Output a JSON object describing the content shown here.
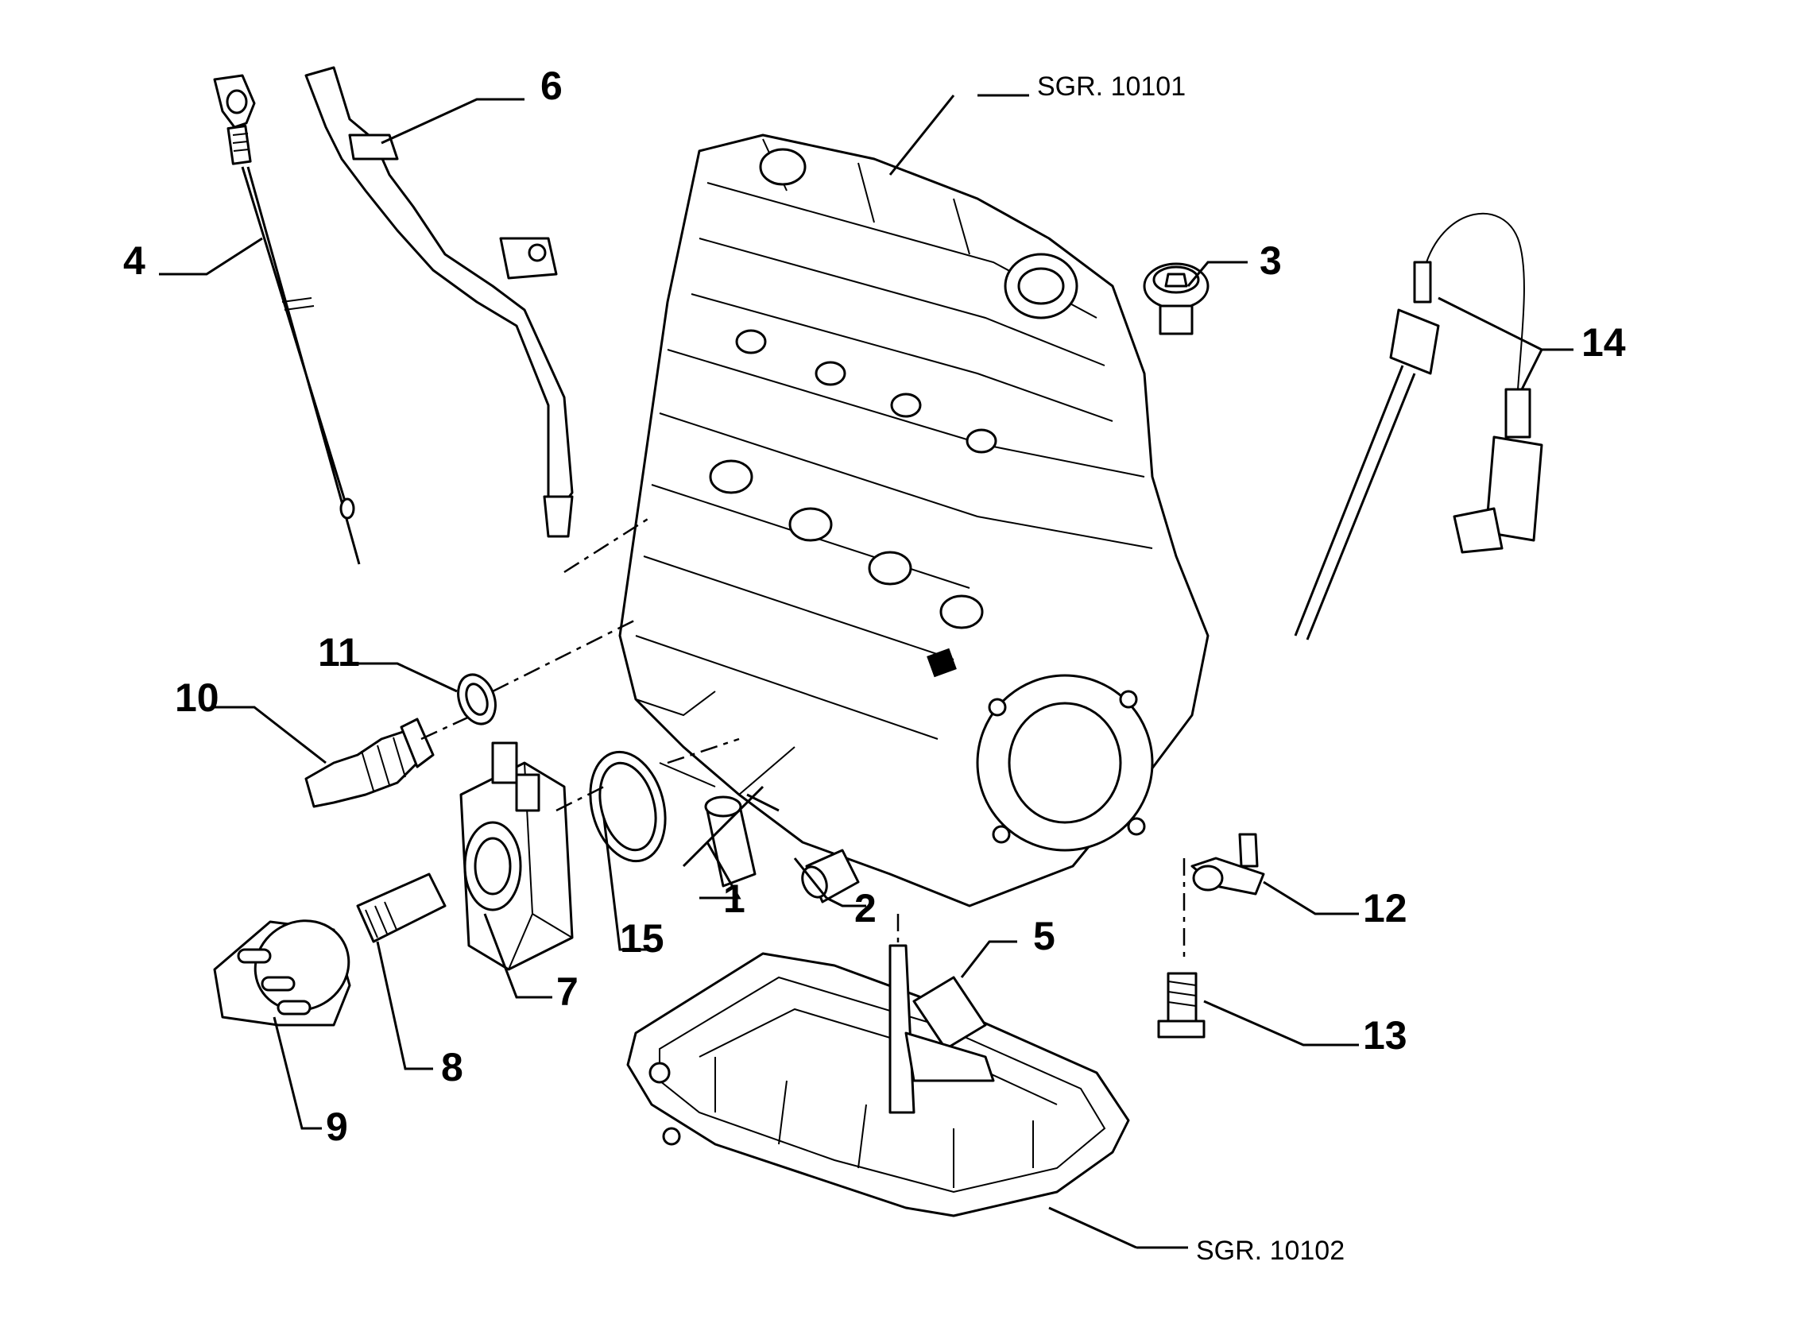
{
  "references": {
    "engine_block": "SGR. 10101",
    "oil_pan": "SGR. 10102"
  },
  "callouts": [
    {
      "id": "1",
      "text": "1"
    },
    {
      "id": "2",
      "text": "2"
    },
    {
      "id": "3",
      "text": "3"
    },
    {
      "id": "4",
      "text": "4"
    },
    {
      "id": "5",
      "text": "5"
    },
    {
      "id": "6",
      "text": "6"
    },
    {
      "id": "7",
      "text": "7"
    },
    {
      "id": "8",
      "text": "8"
    },
    {
      "id": "9",
      "text": "9"
    },
    {
      "id": "10",
      "text": "10"
    },
    {
      "id": "11",
      "text": "11"
    },
    {
      "id": "12",
      "text": "12"
    },
    {
      "id": "13",
      "text": "13"
    },
    {
      "id": "14",
      "text": "14"
    },
    {
      "id": "15",
      "text": "15"
    }
  ]
}
